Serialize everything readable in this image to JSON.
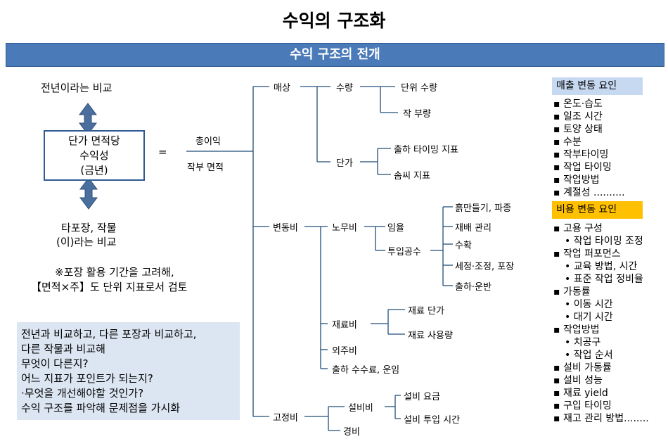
{
  "title": "수익의 구조화",
  "banner": "수익 구조의 전개",
  "left": {
    "compare_prev_year": "전년이라는 비교",
    "unit_box": {
      "line1": "단가 면적당",
      "line2": "수익성",
      "line3": "(금년)"
    },
    "equals": "=",
    "compare_other_line1": "타포장, 작물",
    "compare_other_line2": "(이)라는 비교",
    "note_line1": "※포장 활용 기간을 고려해,",
    "note_line2": "【면적×주】도 단위 지표로서 검토",
    "fraction": {
      "numerator": "총이익",
      "denominator": "작부 면적"
    }
  },
  "summary_lines": [
    "전년과 비교하고, 다른 포장과 비교하고,",
    "다른 작물과 비교해",
    "무엇이 다른지?",
    "어느 지표가 포인트가 되는지?",
    "·무엇을 개선해야할 것인가?",
    "수익 구조를 파악해 문제점을 가시화"
  ],
  "tree": {
    "sales": "매상",
    "quantity": "수량",
    "unit_yield": "단위 수량",
    "crop_rate": "작 부량",
    "unit_price": "단가",
    "shipping_timing_index": "출하 타이밍 지표",
    "skill_index": "솜씨 지표",
    "variable_cost": "변동비",
    "labor_cost": "노무비",
    "wage": "임율",
    "labor_hours": "투입공수",
    "tasks": [
      "흙만들기, 파종",
      "재배 관리",
      "수확",
      "세정·조정, 포장",
      "출하·운반"
    ],
    "material_cost": "재료비",
    "material_unit_price": "재료 단가",
    "material_usage": "재료 사용량",
    "outsourcing_cost": "외주비",
    "shipping_fee": "출하 수수료, 운임",
    "fixed_cost": "고정비",
    "equipment_cost": "설비비",
    "equipment_rate": "설비 요금",
    "equipment_hours": "설비 투입 시간",
    "expenses": "경비"
  },
  "sales_factors": {
    "header": "매출 변동 요인",
    "items": [
      "온도·습도",
      "일조 시간",
      "토양 상태",
      "수분",
      "작부타이밍",
      "작업 타이밍",
      "작업방법",
      "계절성 .........."
    ]
  },
  "cost_factors": {
    "header": "비용 변동 요인",
    "items": [
      {
        "text": "고용 구성",
        "level": 1
      },
      {
        "text": "작업 타이밍 조정",
        "level": 2
      },
      {
        "text": "작업 퍼포먼스",
        "level": 1
      },
      {
        "text": "교육 방법, 시간",
        "level": 2
      },
      {
        "text": "표준 작업 정비율",
        "level": 2
      },
      {
        "text": "가동률",
        "level": 1
      },
      {
        "text": "이동 시간",
        "level": 2
      },
      {
        "text": "대기 시간",
        "level": 2
      },
      {
        "text": "작업방법",
        "level": 1
      },
      {
        "text": "치공구",
        "level": 2
      },
      {
        "text": "작업 순서",
        "level": 2
      },
      {
        "text": "설비 가동률",
        "level": 1
      },
      {
        "text": "설비 성능",
        "level": 1
      },
      {
        "text": "재료 yield",
        "level": 1
      },
      {
        "text": "구입 타이밍",
        "level": 1
      },
      {
        "text": "재고 관리 방법........",
        "level": 1
      }
    ]
  },
  "colors": {
    "banner": "#4a7ab8",
    "arrow": "#4a6f9e",
    "sales_header": "#c6d9f1",
    "cost_header": "#ffc000",
    "summary_bg": "#dce6f2"
  }
}
